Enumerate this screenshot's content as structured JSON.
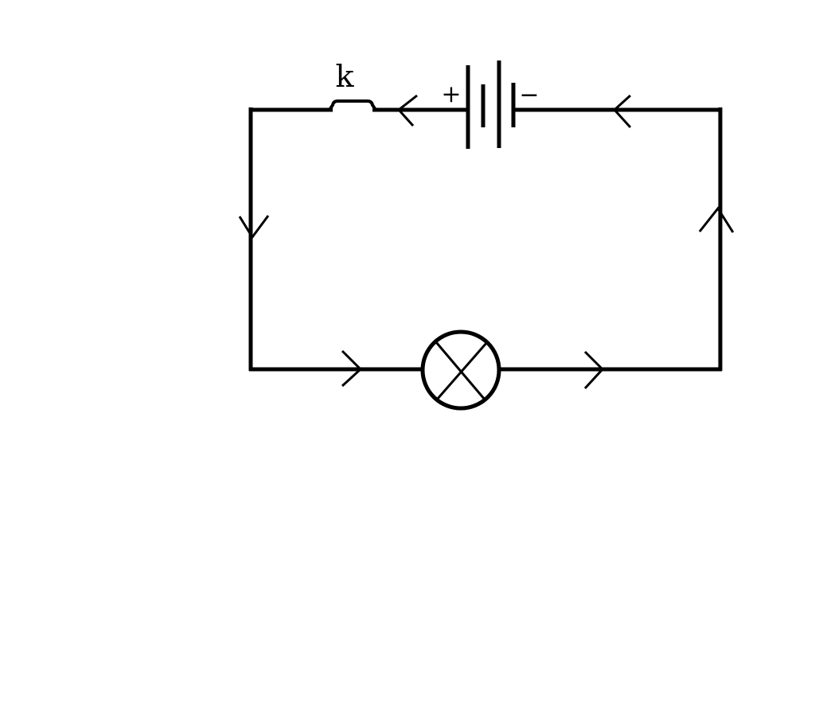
{
  "labels": {
    "switch": "k",
    "battery_positive": "+",
    "battery_negative": "−"
  },
  "components": {
    "switch": {
      "type": "switch",
      "name": "k"
    },
    "battery": {
      "type": "battery",
      "positive": "+",
      "negative": "−"
    },
    "lamp": {
      "type": "lamp"
    }
  },
  "current_arrows": [
    {
      "segment": "top-left",
      "direction": "left"
    },
    {
      "segment": "top-right",
      "direction": "left"
    },
    {
      "segment": "left",
      "direction": "down"
    },
    {
      "segment": "right",
      "direction": "up"
    },
    {
      "segment": "bottom-left",
      "direction": "right"
    },
    {
      "segment": "bottom-right",
      "direction": "right"
    }
  ],
  "colors": {
    "stroke": "#000000",
    "background": "#ffffff"
  }
}
